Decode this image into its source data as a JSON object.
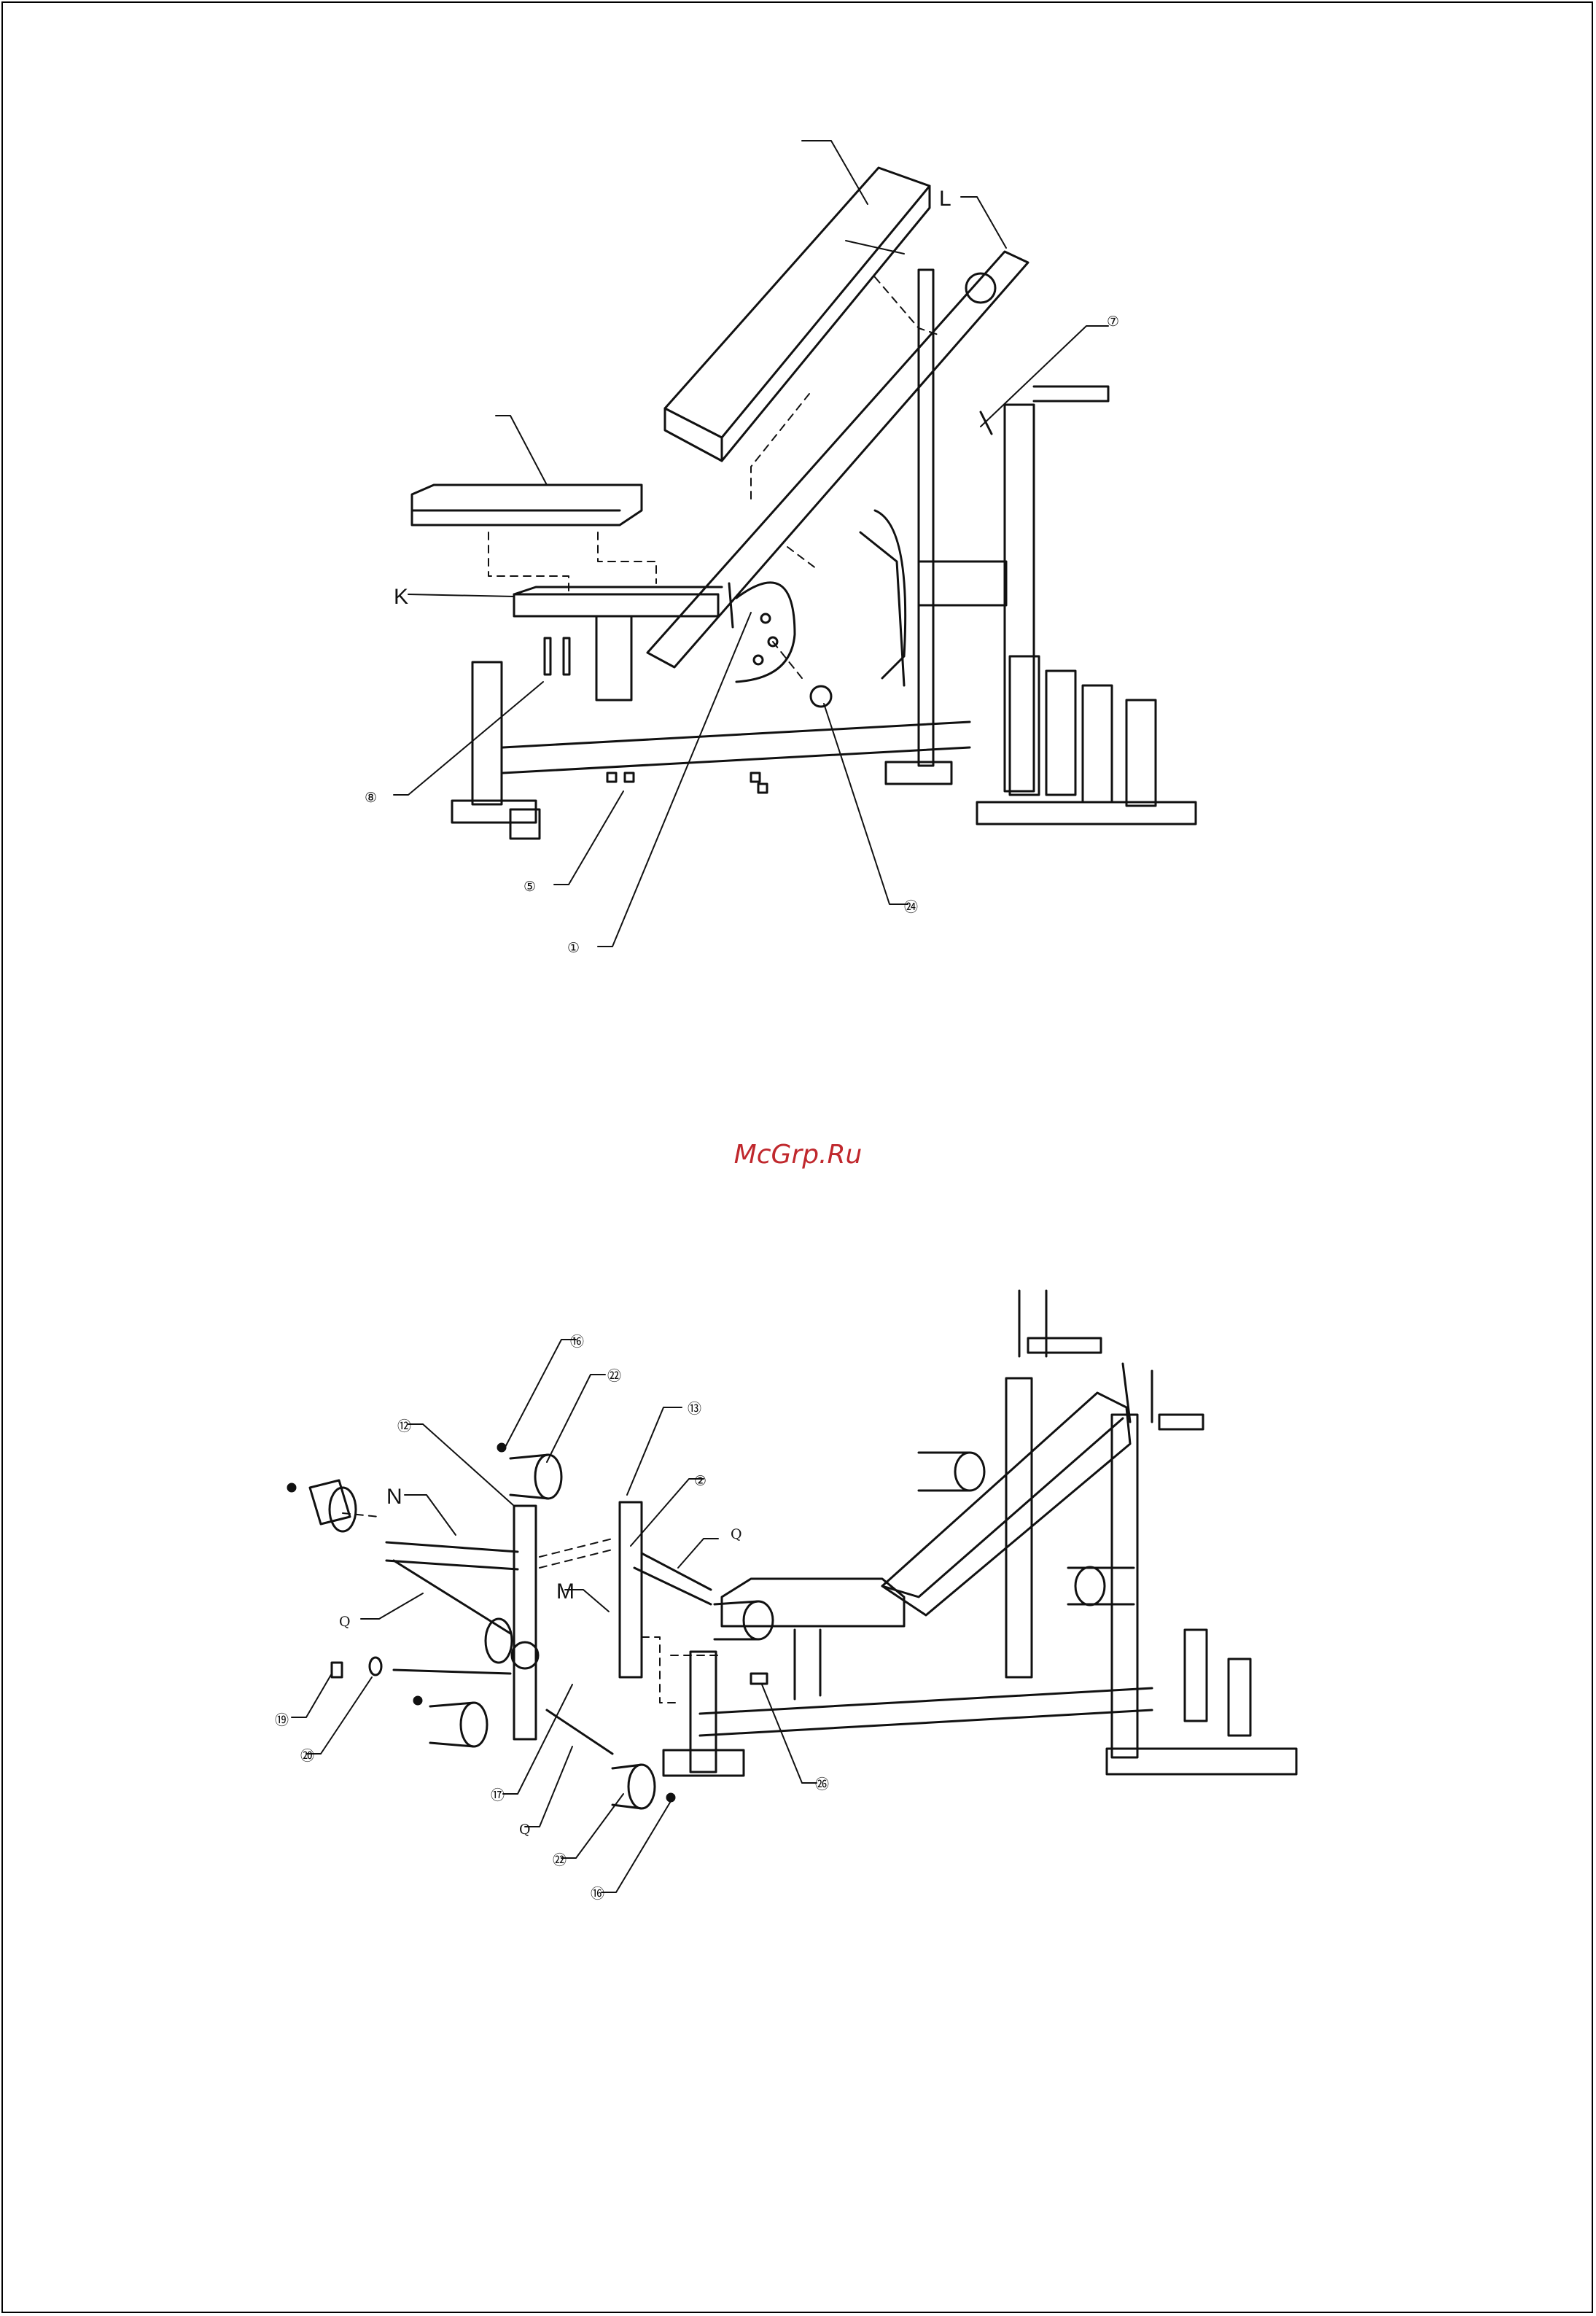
{
  "watermark": {
    "text": "McGrp.Ru",
    "color": "#c0282d"
  },
  "diagram_top": {
    "labels": {
      "L": "L",
      "K": "K"
    },
    "callouts": {
      "c7": "⑦",
      "c8": "⑧",
      "c5": "⑤",
      "c1": "①",
      "c24": "㉔"
    }
  },
  "diagram_bottom": {
    "labels": {
      "N": "N",
      "M": "M",
      "Q1": "Q",
      "Q2": "Q",
      "Q3": "Q"
    },
    "callouts": {
      "c16a": "⑯",
      "c22a": "㉒",
      "c13": "⑬",
      "c12": "⑫",
      "c2": "②",
      "c19": "⑲",
      "c20": "⑳",
      "c17": "⑰",
      "c22b": "㉒",
      "c16b": "⑯",
      "c26": "㉖"
    }
  },
  "colors": {
    "line": "#111111",
    "page": "#ffffff"
  }
}
